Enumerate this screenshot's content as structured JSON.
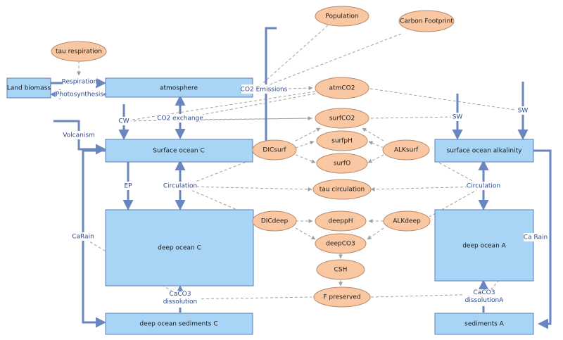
{
  "stocks": {
    "land_biomass": "Land biomass",
    "atmosphere": "atmosphere",
    "surface_ocean_c": "Surface ocean C",
    "surface_ocean_alkalinity": "surface ocean alkalinity",
    "deep_ocean_c": "deep ocean C",
    "deep_ocean_a": "deep ocean A",
    "deep_ocean_sediments_c": "deep ocean sediments C",
    "sediments_a": "sediments A"
  },
  "variables": {
    "tau_respiration": "tau respiration",
    "population": "Population",
    "carbon_footprint": "Carbon Footprint",
    "atmco2": "atmCO2",
    "surfco2": "surfCO2",
    "surfph": "surfpH",
    "surfo": "surfO",
    "dicsurf": "DICsurf",
    "alksurf": "ALKsurf",
    "tau_circulation": "tau circulation",
    "dicdeep": "DICdeep",
    "deepph": "deeppH",
    "alkdeep": "ALKdeep",
    "deepco3": "deepCO3",
    "csh": "CSH",
    "f_preserved": "F preserved"
  },
  "flows": {
    "respiration": "Respiration",
    "photosynthesis": "Photosynthesis",
    "co2_emissions": "CO2 Emissions",
    "cw": "CW",
    "co2_exchange": "CO2 exchange",
    "sw_left": "SW",
    "sw_right": "SW",
    "volcanism": "Volcanism",
    "ep": "EP",
    "circulation_left": "Circulation",
    "circulation_right": "Circulation",
    "carain": "CaRain",
    "ca_rain": "Ca Rain",
    "caco3_dissolution": "CaCO3 dissolution",
    "caco3_dissolution_a": "CaCO3 dissolutionA"
  }
}
